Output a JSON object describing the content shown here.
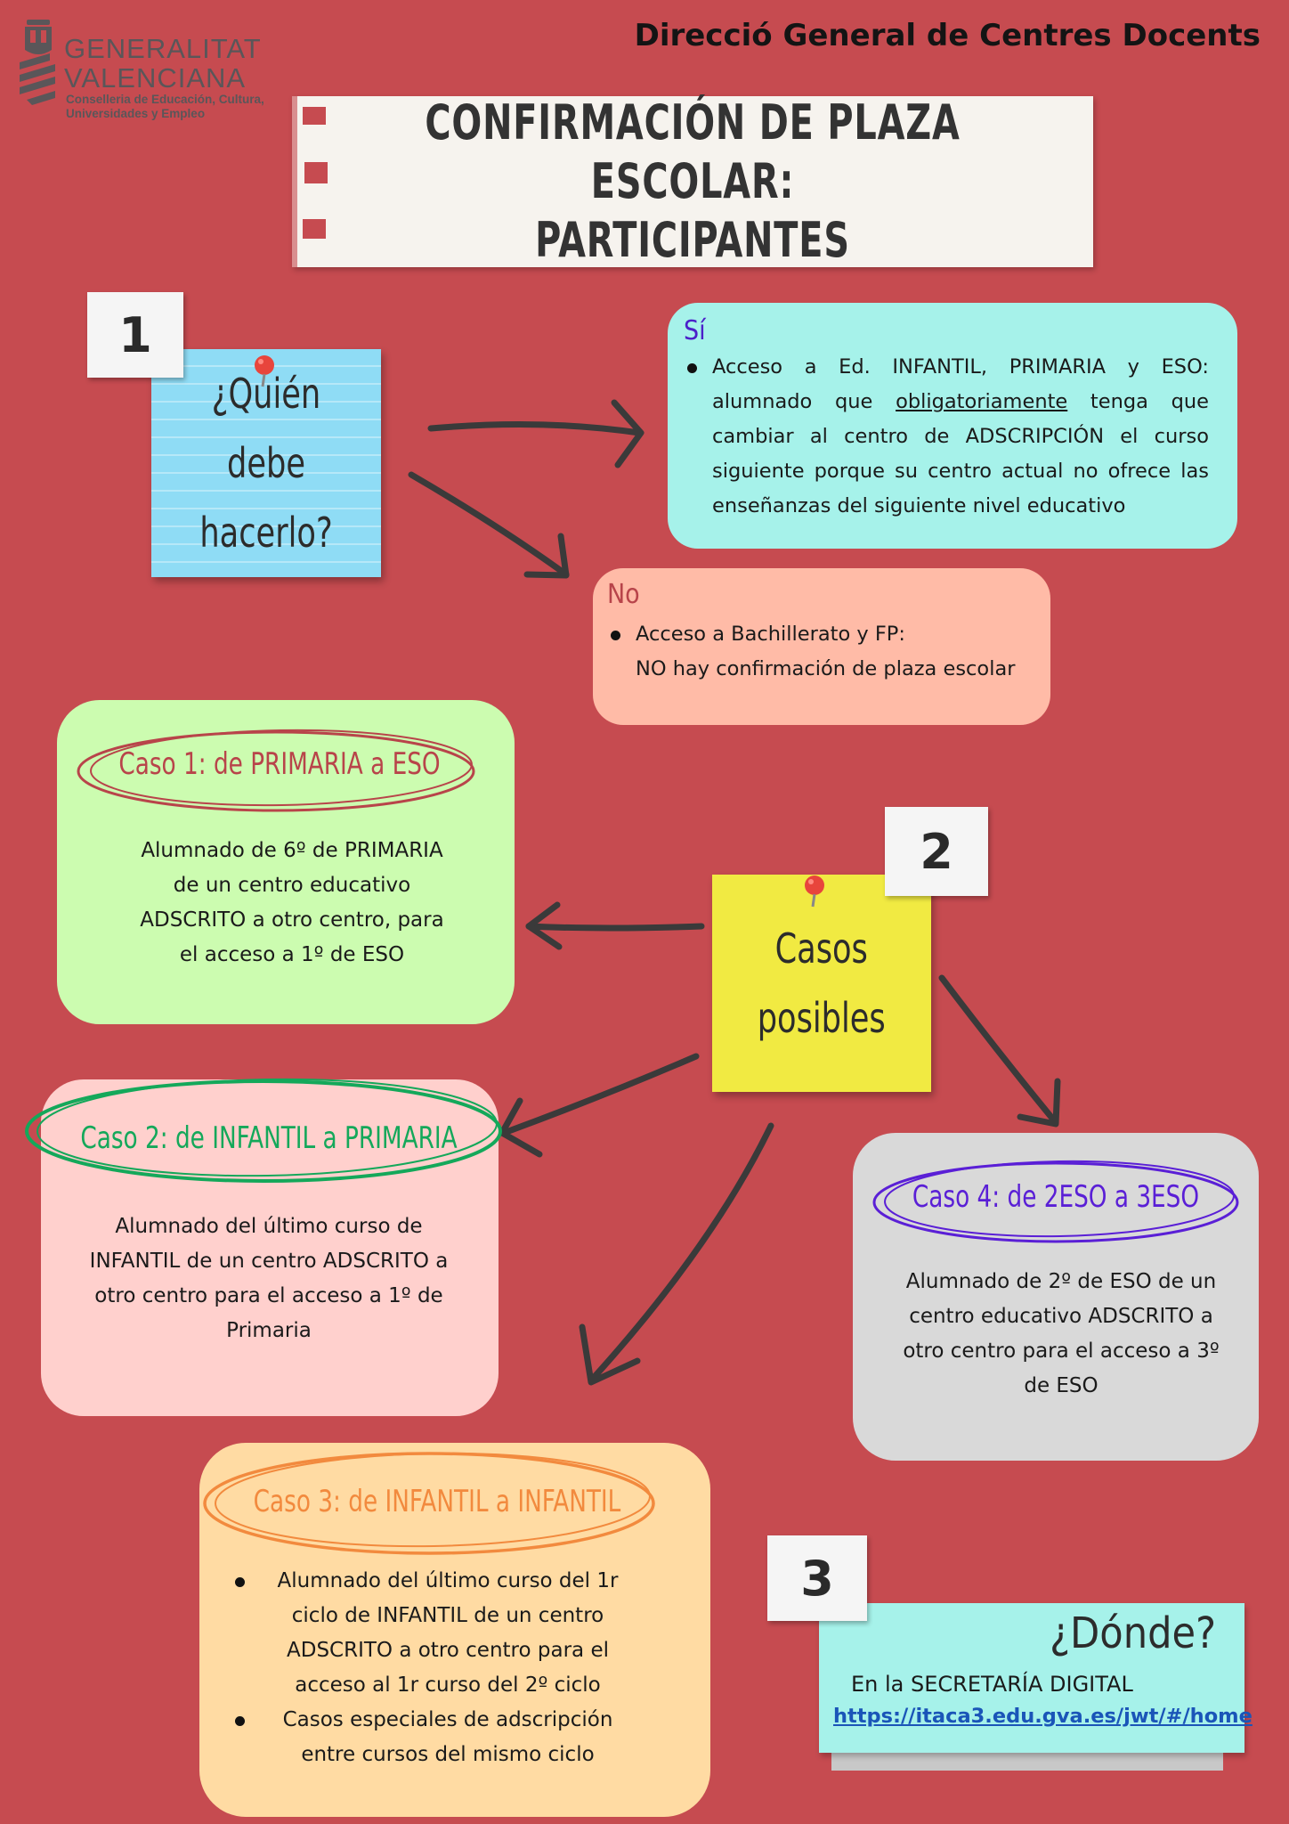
{
  "header": {
    "org_name": "GENERALITAT\nVALENCIANA",
    "org_sub": "Conselleria de Educación, Cultura, Universidades y Empleo",
    "directorate": "Direcció General de Centres Docents"
  },
  "title": "CONFIRMACIÓN DE PLAZA ESCOLAR:\nPARTICIPANTES",
  "step1": {
    "number": "1",
    "question": "¿Quién debe\nhacerlo?",
    "yes": {
      "label": "Sí",
      "text_pre": "Acceso a Ed. INFANTIL, PRIMARIA y ESO: alumnado que ",
      "text_underlined": "obligatoriamente",
      "text_post": " tenga que cambiar al centro de ADSCRIPCIÓN el curso siguiente porque su centro actual no ofrece las enseñanzas del siguiente nivel educativo"
    },
    "no": {
      "label": "No",
      "line1": "Acceso a Bachillerato y FP:",
      "line2": "NO hay confirmación de plaza escolar"
    }
  },
  "step2": {
    "number": "2",
    "title": "Casos\nposibles",
    "case1": {
      "title": "Caso 1: de PRIMARIA a ESO",
      "text": "Alumnado de 6º de PRIMARIA de un centro educativo ADSCRITO a otro centro, para el acceso a 1º de ESO"
    },
    "case2": {
      "title": "Caso 2: de INFANTIL a PRIMARIA",
      "text": "Alumnado del último curso de INFANTIL de un centro ADSCRITO a otro centro para el acceso a 1º de Primaria"
    },
    "case3": {
      "title": "Caso 3: de INFANTIL a INFANTIL",
      "item1": "Alumnado del último curso del 1r ciclo de INFANTIL de un centro ADSCRITO a otro centro para el acceso al 1r curso del 2º ciclo",
      "item2": "Casos especiales de adscripción entre cursos del mismo ciclo"
    },
    "case4": {
      "title": "Caso 4: de 2ESO a 3ESO",
      "text": "Alumnado de 2º de ESO de un centro educativo ADSCRITO a otro centro para el acceso a 3º de ESO"
    }
  },
  "step3": {
    "number": "3",
    "title": "¿Dónde?",
    "text": "En la SECRETARÍA DIGITAL",
    "link": "https://itaca3.edu.gva.es/jwt/#/home"
  },
  "colors": {
    "background": "#c64b50",
    "yes_box": "#a6f2ea",
    "no_box": "#ffbba7",
    "case1_box": "#ccfcb0",
    "case2_box": "#ffd0cd",
    "case3_box": "#ffdba3",
    "case4_box": "#d9d9d9",
    "blue_note": "#8fdcf5",
    "yellow_note": "#f1ea42",
    "case1_title": "#b8444a",
    "case2_title": "#14a85a",
    "case3_title": "#f28a3e",
    "case4_title": "#5a1fd6"
  }
}
